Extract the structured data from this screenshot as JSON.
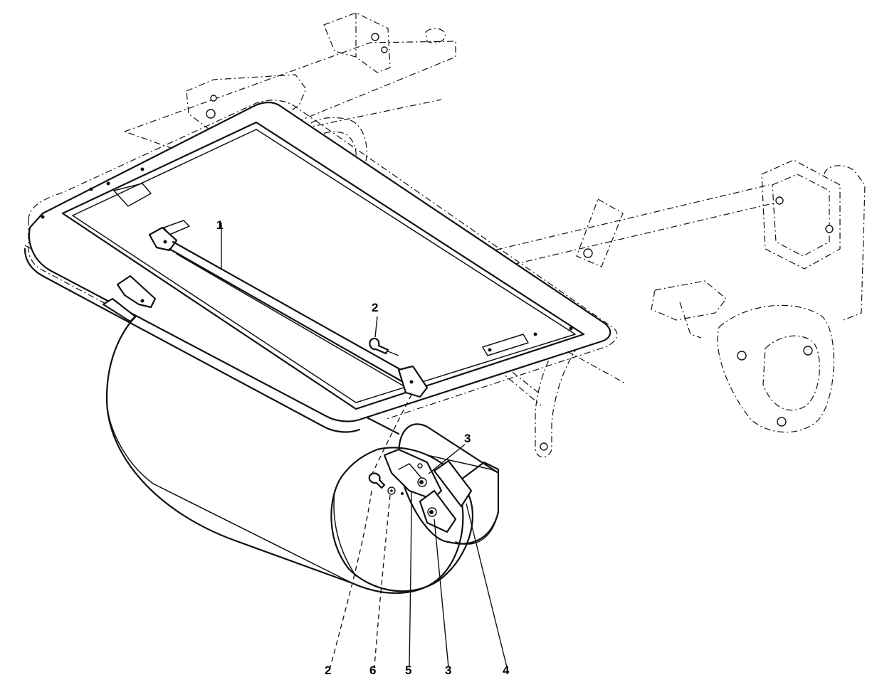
{
  "callouts": {
    "c1": "1",
    "c2_top": "2",
    "c3_top": "3",
    "c2_bottom": "2",
    "c6_bottom": "6",
    "c5_bottom": "5",
    "c3_bottom": "3",
    "c4_bottom": "4"
  }
}
